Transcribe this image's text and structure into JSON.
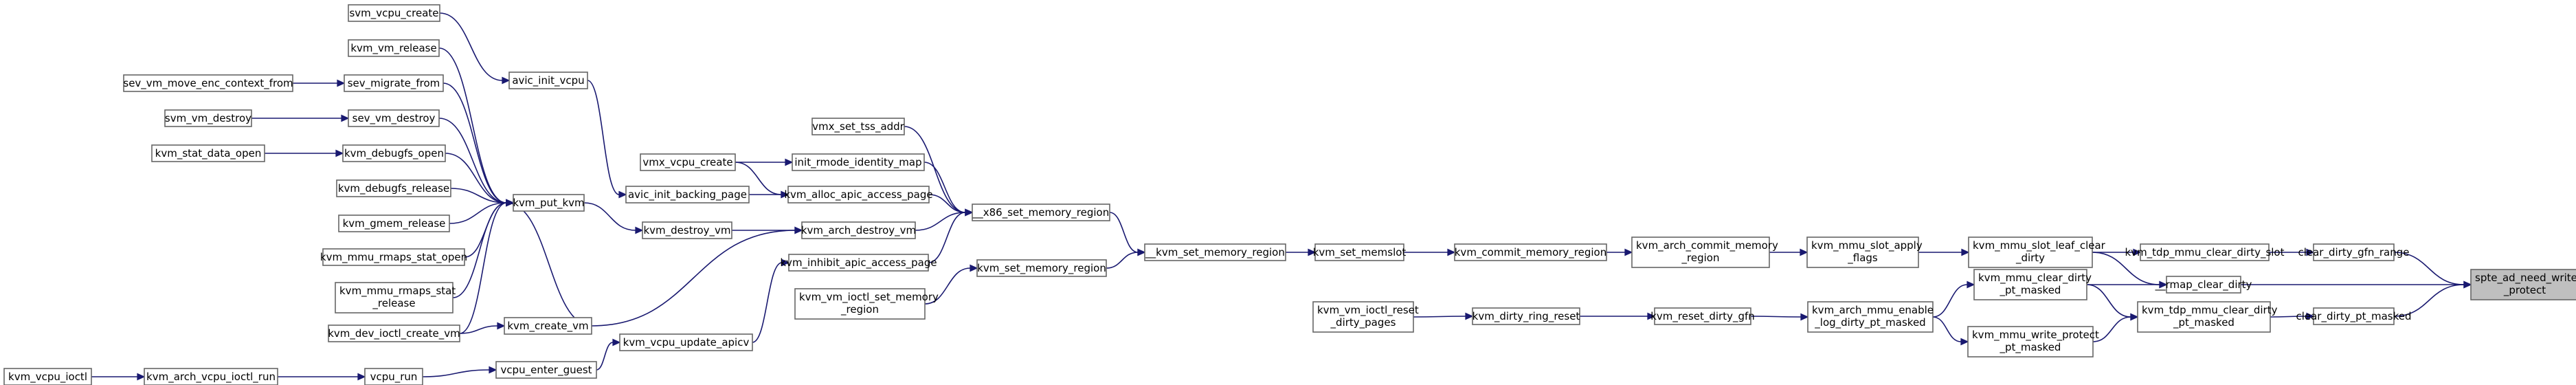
{
  "graph": {
    "title": "",
    "target": "spte_ad_need_write_protect",
    "colors": {
      "edge": "#191970",
      "node_border": "#666666",
      "target_fill": "#bfbfbf",
      "node_fill": "#ffffff"
    },
    "nodes": [
      {
        "id": "target",
        "lines": [
          "spte_ad_need_write",
          "_protect"
        ]
      },
      {
        "id": "clear_dirty_gfn_range",
        "lines": [
          "clear_dirty_gfn_range"
        ]
      },
      {
        "id": "rmap_clear_dirty",
        "lines": [
          "__rmap_clear_dirty"
        ]
      },
      {
        "id": "clear_dirty_pt_masked",
        "lines": [
          "clear_dirty_pt_masked"
        ]
      },
      {
        "id": "kvm_tdp_mmu_clear_dirty_slot",
        "lines": [
          "kvm_tdp_mmu_clear_dirty_slot"
        ]
      },
      {
        "id": "kvm_tdp_mmu_clear_dirty_pt_masked",
        "lines": [
          "kvm_tdp_mmu_clear_dirty",
          "_pt_masked"
        ]
      },
      {
        "id": "kvm_mmu_slot_leaf_clear_dirty",
        "lines": [
          "kvm_mmu_slot_leaf_clear",
          "_dirty"
        ]
      },
      {
        "id": "kvm_mmu_clear_dirty_pt_masked",
        "lines": [
          "kvm_mmu_clear_dirty",
          "_pt_masked"
        ]
      },
      {
        "id": "kvm_mmu_write_protect_pt_masked",
        "lines": [
          "kvm_mmu_write_protect",
          "_pt_masked"
        ]
      },
      {
        "id": "kvm_mmu_slot_apply_flags",
        "lines": [
          "kvm_mmu_slot_apply",
          "_flags"
        ]
      },
      {
        "id": "kvm_arch_mmu_enable_log_dirty_pt_masked",
        "lines": [
          "kvm_arch_mmu_enable",
          "_log_dirty_pt_masked"
        ]
      },
      {
        "id": "kvm_arch_commit_memory_region",
        "lines": [
          "kvm_arch_commit_memory",
          "_region"
        ]
      },
      {
        "id": "kvm_reset_dirty_gfn",
        "lines": [
          "kvm_reset_dirty_gfn"
        ]
      },
      {
        "id": "kvm_commit_memory_region",
        "lines": [
          "kvm_commit_memory_region"
        ]
      },
      {
        "id": "kvm_dirty_ring_reset",
        "lines": [
          "kvm_dirty_ring_reset"
        ]
      },
      {
        "id": "kvm_set_memslot",
        "lines": [
          "kvm_set_memslot"
        ]
      },
      {
        "id": "kvm_vm_ioctl_reset_dirty_pages",
        "lines": [
          "kvm_vm_ioctl_reset",
          "_dirty_pages"
        ]
      },
      {
        "id": "kvm_set_memory_region_main",
        "lines": [
          "__kvm_set_memory_region"
        ]
      },
      {
        "id": "x86_set_memory_region",
        "lines": [
          "__x86_set_memory_region"
        ]
      },
      {
        "id": "kvm_set_memory_region",
        "lines": [
          "kvm_set_memory_region"
        ]
      },
      {
        "id": "vmx_set_tss_addr",
        "lines": [
          "vmx_set_tss_addr"
        ]
      },
      {
        "id": "init_rmode_identity_map",
        "lines": [
          "init_rmode_identity_map"
        ]
      },
      {
        "id": "kvm_alloc_apic_access_page",
        "lines": [
          "kvm_alloc_apic_access_page"
        ]
      },
      {
        "id": "kvm_arch_destroy_vm",
        "lines": [
          "kvm_arch_destroy_vm"
        ]
      },
      {
        "id": "kvm_inhibit_apic_access_page",
        "lines": [
          "kvm_inhibit_apic_access_page"
        ]
      },
      {
        "id": "kvm_vm_ioctl_set_memory_region",
        "lines": [
          "kvm_vm_ioctl_set_memory",
          "_region"
        ]
      },
      {
        "id": "vmx_vcpu_create",
        "lines": [
          "vmx_vcpu_create"
        ]
      },
      {
        "id": "avic_init_backing_page",
        "lines": [
          "avic_init_backing_page"
        ]
      },
      {
        "id": "kvm_destroy_vm",
        "lines": [
          "kvm_destroy_vm"
        ]
      },
      {
        "id": "kvm_vcpu_update_apicv",
        "lines": [
          "kvm_vcpu_update_apicv"
        ]
      },
      {
        "id": "avic_init_vcpu",
        "lines": [
          "avic_init_vcpu"
        ]
      },
      {
        "id": "kvm_put_kvm",
        "lines": [
          "kvm_put_kvm"
        ]
      },
      {
        "id": "kvm_create_vm",
        "lines": [
          "kvm_create_vm"
        ]
      },
      {
        "id": "vcpu_enter_guest",
        "lines": [
          "vcpu_enter_guest"
        ]
      },
      {
        "id": "svm_vcpu_create",
        "lines": [
          "svm_vcpu_create"
        ]
      },
      {
        "id": "kvm_vm_release",
        "lines": [
          "kvm_vm_release"
        ]
      },
      {
        "id": "sev_migrate_from",
        "lines": [
          "sev_migrate_from"
        ]
      },
      {
        "id": "sev_vm_destroy",
        "lines": [
          "sev_vm_destroy"
        ]
      },
      {
        "id": "kvm_debugfs_open",
        "lines": [
          "kvm_debugfs_open"
        ]
      },
      {
        "id": "kvm_debugfs_release",
        "lines": [
          "kvm_debugfs_release"
        ]
      },
      {
        "id": "kvm_gmem_release",
        "lines": [
          "kvm_gmem_release"
        ]
      },
      {
        "id": "kvm_mmu_rmaps_stat_open",
        "lines": [
          "kvm_mmu_rmaps_stat_open"
        ]
      },
      {
        "id": "kvm_mmu_rmaps_stat_release",
        "lines": [
          "kvm_mmu_rmaps_stat",
          "_release"
        ]
      },
      {
        "id": "kvm_dev_ioctl_create_vm",
        "lines": [
          "kvm_dev_ioctl_create_vm"
        ]
      },
      {
        "id": "vcpu_run",
        "lines": [
          "vcpu_run"
        ]
      },
      {
        "id": "sev_vm_move_enc_context_from",
        "lines": [
          "sev_vm_move_enc_context_from"
        ]
      },
      {
        "id": "svm_vm_destroy",
        "lines": [
          "svm_vm_destroy"
        ]
      },
      {
        "id": "kvm_stat_data_open",
        "lines": [
          "kvm_stat_data_open"
        ]
      },
      {
        "id": "kvm_arch_vcpu_ioctl_run",
        "lines": [
          "kvm_arch_vcpu_ioctl_run"
        ]
      },
      {
        "id": "kvm_vcpu_ioctl",
        "lines": [
          "kvm_vcpu_ioctl"
        ]
      }
    ],
    "edges": [
      [
        "clear_dirty_gfn_range",
        "target"
      ],
      [
        "rmap_clear_dirty",
        "target"
      ],
      [
        "clear_dirty_pt_masked",
        "target"
      ],
      [
        "kvm_tdp_mmu_clear_dirty_slot",
        "clear_dirty_gfn_range"
      ],
      [
        "kvm_mmu_slot_leaf_clear_dirty",
        "rmap_clear_dirty"
      ],
      [
        "kvm_mmu_clear_dirty_pt_masked",
        "rmap_clear_dirty"
      ],
      [
        "kvm_tdp_mmu_clear_dirty_pt_masked",
        "clear_dirty_pt_masked"
      ],
      [
        "kvm_mmu_slot_leaf_clear_dirty",
        "kvm_tdp_mmu_clear_dirty_slot"
      ],
      [
        "kvm_mmu_clear_dirty_pt_masked",
        "kvm_tdp_mmu_clear_dirty_pt_masked"
      ],
      [
        "kvm_mmu_write_protect_pt_masked",
        "kvm_tdp_mmu_clear_dirty_pt_masked"
      ],
      [
        "kvm_mmu_slot_apply_flags",
        "kvm_mmu_slot_leaf_clear_dirty"
      ],
      [
        "kvm_arch_mmu_enable_log_dirty_pt_masked",
        "kvm_mmu_clear_dirty_pt_masked"
      ],
      [
        "kvm_arch_mmu_enable_log_dirty_pt_masked",
        "kvm_mmu_write_protect_pt_masked"
      ],
      [
        "kvm_arch_commit_memory_region",
        "kvm_mmu_slot_apply_flags"
      ],
      [
        "kvm_reset_dirty_gfn",
        "kvm_arch_mmu_enable_log_dirty_pt_masked"
      ],
      [
        "kvm_commit_memory_region",
        "kvm_arch_commit_memory_region"
      ],
      [
        "kvm_dirty_ring_reset",
        "kvm_reset_dirty_gfn"
      ],
      [
        "kvm_set_memslot",
        "kvm_commit_memory_region"
      ],
      [
        "kvm_vm_ioctl_reset_dirty_pages",
        "kvm_dirty_ring_reset"
      ],
      [
        "kvm_set_memory_region_main",
        "kvm_set_memslot"
      ],
      [
        "x86_set_memory_region",
        "kvm_set_memory_region_main"
      ],
      [
        "kvm_set_memory_region",
        "kvm_set_memory_region_main"
      ],
      [
        "vmx_set_tss_addr",
        "x86_set_memory_region"
      ],
      [
        "init_rmode_identity_map",
        "x86_set_memory_region"
      ],
      [
        "kvm_alloc_apic_access_page",
        "x86_set_memory_region"
      ],
      [
        "kvm_arch_destroy_vm",
        "x86_set_memory_region"
      ],
      [
        "kvm_inhibit_apic_access_page",
        "x86_set_memory_region"
      ],
      [
        "kvm_vm_ioctl_set_memory_region",
        "kvm_set_memory_region"
      ],
      [
        "vmx_vcpu_create",
        "init_rmode_identity_map"
      ],
      [
        "vmx_vcpu_create",
        "kvm_alloc_apic_access_page"
      ],
      [
        "avic_init_backing_page",
        "kvm_alloc_apic_access_page"
      ],
      [
        "kvm_destroy_vm",
        "kvm_arch_destroy_vm"
      ],
      [
        "kvm_create_vm",
        "kvm_arch_destroy_vm"
      ],
      [
        "kvm_vcpu_update_apicv",
        "kvm_inhibit_apic_access_page"
      ],
      [
        "avic_init_vcpu",
        "avic_init_backing_page"
      ],
      [
        "kvm_put_kvm",
        "kvm_destroy_vm"
      ],
      [
        "vcpu_enter_guest",
        "kvm_vcpu_update_apicv"
      ],
      [
        "svm_vcpu_create",
        "avic_init_vcpu"
      ],
      [
        "kvm_vm_release",
        "kvm_put_kvm"
      ],
      [
        "sev_migrate_from",
        "kvm_put_kvm"
      ],
      [
        "sev_vm_destroy",
        "kvm_put_kvm"
      ],
      [
        "kvm_debugfs_open",
        "kvm_put_kvm"
      ],
      [
        "kvm_debugfs_release",
        "kvm_put_kvm"
      ],
      [
        "kvm_gmem_release",
        "kvm_put_kvm"
      ],
      [
        "kvm_mmu_rmaps_stat_open",
        "kvm_put_kvm"
      ],
      [
        "kvm_mmu_rmaps_stat_release",
        "kvm_put_kvm"
      ],
      [
        "kvm_dev_ioctl_create_vm",
        "kvm_put_kvm"
      ],
      [
        "kvm_create_vm",
        "kvm_put_kvm"
      ],
      [
        "kvm_dev_ioctl_create_vm",
        "kvm_create_vm"
      ],
      [
        "vcpu_run",
        "vcpu_enter_guest"
      ],
      [
        "sev_vm_move_enc_context_from",
        "sev_migrate_from"
      ],
      [
        "svm_vm_destroy",
        "sev_vm_destroy"
      ],
      [
        "kvm_stat_data_open",
        "kvm_debugfs_open"
      ],
      [
        "kvm_arch_vcpu_ioctl_run",
        "vcpu_run"
      ],
      [
        "kvm_vcpu_ioctl",
        "kvm_arch_vcpu_ioctl_run"
      ]
    ]
  }
}
